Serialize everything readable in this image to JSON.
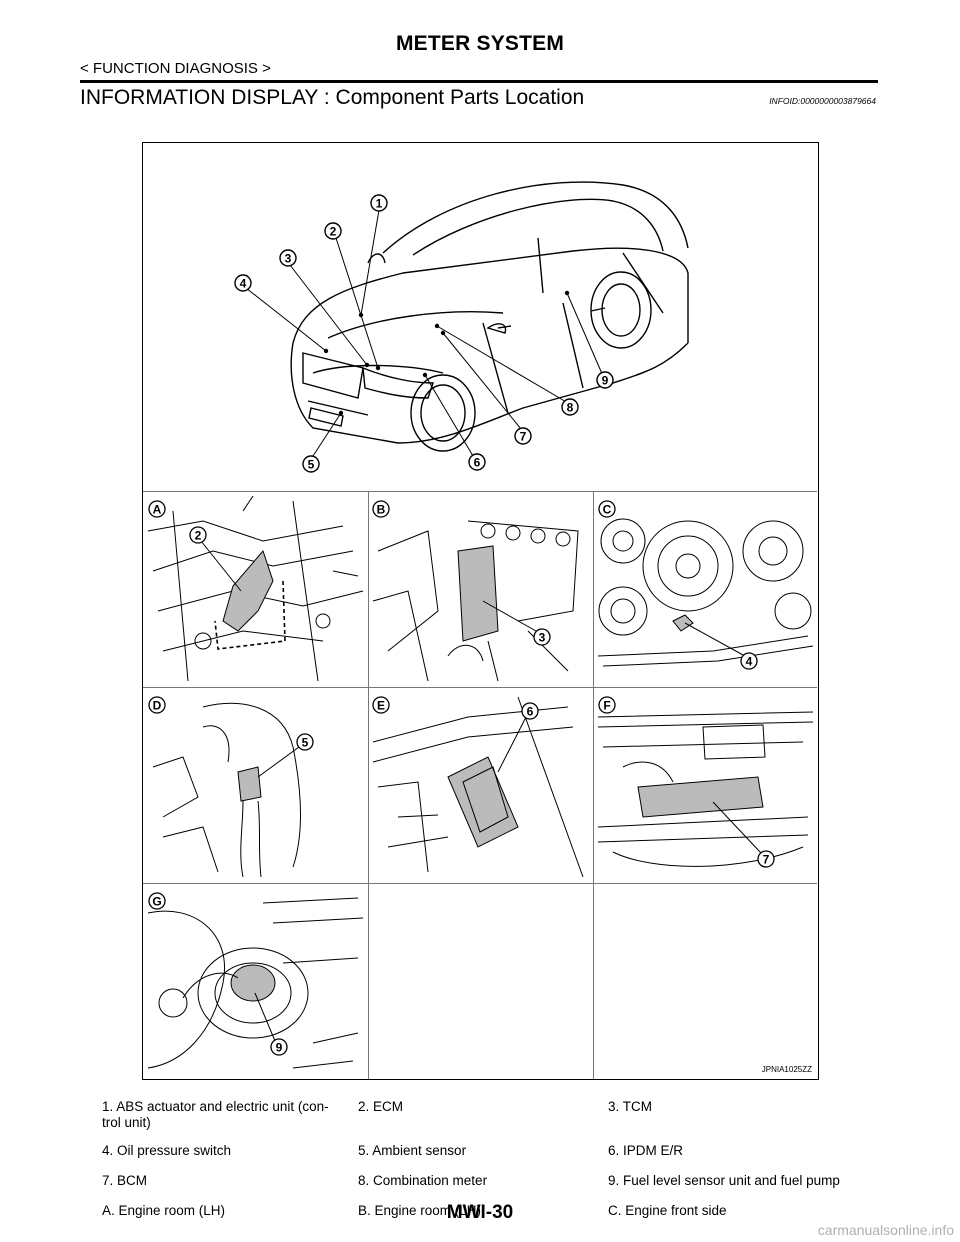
{
  "header": {
    "title": "METER SYSTEM",
    "breadcrumb": "< FUNCTION DIAGNOSIS >",
    "section_title": "INFORMATION DISPLAY : Component Parts Location",
    "info_id": "INFOID:0000000003879664"
  },
  "figure": {
    "code": "JPNIA1025ZZ",
    "car_callouts": [
      "1",
      "2",
      "3",
      "4",
      "5",
      "6",
      "7",
      "8",
      "9"
    ],
    "panels": [
      {
        "letter": "A",
        "callouts": [
          "2"
        ]
      },
      {
        "letter": "B",
        "callouts": [
          "3"
        ]
      },
      {
        "letter": "C",
        "callouts": [
          "4"
        ]
      },
      {
        "letter": "D",
        "callouts": [
          "5"
        ]
      },
      {
        "letter": "E",
        "callouts": [
          "6"
        ]
      },
      {
        "letter": "F",
        "callouts": [
          "7"
        ]
      },
      {
        "letter": "G",
        "callouts": [
          "9"
        ]
      }
    ]
  },
  "legend": {
    "rows": [
      [
        "1. ABS actuator and electric unit (con-\ntrol unit)",
        "2. ECM",
        "3. TCM"
      ],
      [
        "4. Oil pressure switch",
        "5. Ambient sensor",
        "6. IPDM E/R"
      ],
      [
        "7. BCM",
        "8. Combination meter",
        "9. Fuel level sensor unit and fuel pump"
      ],
      [
        "A. Engine room (LH)",
        "B. Engine room (LH)",
        "C. Engine front side"
      ]
    ]
  },
  "footer": {
    "page_number": "MWI-30",
    "watermark": "carmanualsonline.info"
  }
}
